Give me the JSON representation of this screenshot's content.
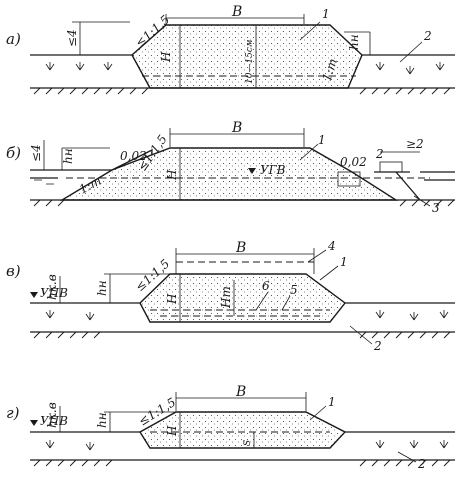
{
  "panels": {
    "a": {
      "label": "а)",
      "width": "B",
      "slope_top": "≤1:1,5",
      "height_left": "≤4",
      "h": "H",
      "hn": "hн",
      "slope_right": "1:m",
      "layer": "10—15см",
      "callout_1": "1",
      "callout_2": "2"
    },
    "b": {
      "label": "б)",
      "width": "B",
      "height_left": "≤4",
      "hn": "hн",
      "grade_left": "0,02",
      "slope_top": "≤1:1,5",
      "h": "H",
      "ugv": "УГВ",
      "slope_left": "1:m",
      "grade_right": "0,02",
      "ditch_width": "≥2",
      "callout_1": "1",
      "callout_2": "2",
      "callout_3": "3"
    },
    "v": {
      "label": "в)",
      "width": "B",
      "upv": "УПВ",
      "hk": "hк.в",
      "hn": "hн",
      "slope_top": "≤1:1,5",
      "h": "H",
      "hm": "Hm",
      "callout_1": "1",
      "callout_2": "2",
      "callout_4": "4",
      "callout_5": "5",
      "callout_6": "6"
    },
    "g": {
      "label": "г)",
      "width": "B",
      "upv": "УПВ",
      "hk": "hк.в",
      "hn": "hн",
      "slope_top": "≤1:1,5",
      "h": "H",
      "s": "S",
      "callout_1": "1",
      "callout_2": "2"
    }
  }
}
